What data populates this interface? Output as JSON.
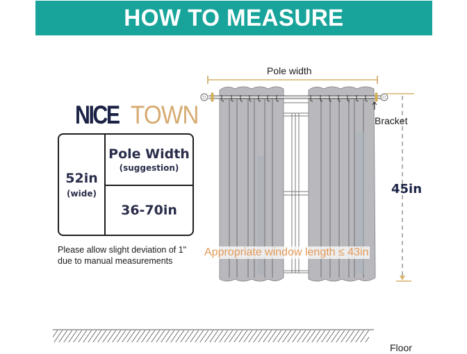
{
  "banner": {
    "title": "HOW TO MEASURE",
    "color": "#18a49a"
  },
  "logo": {
    "part1": "NICE",
    "part2": "TOWN",
    "part1_color": "#1b2245",
    "part2_color": "#d6ab71"
  },
  "spec_table": {
    "width_value": "52in",
    "width_note": "(wide)",
    "pole_width_title": "Pole Width",
    "pole_width_note": "(suggestion)",
    "pole_width_range": "36-70in"
  },
  "note": {
    "line1": "Please allow slight deviation of 1\"",
    "line2": "due to manual measurements"
  },
  "diagram": {
    "pole_width_label": "Pole width",
    "bracket_label": "Bracket",
    "height_label": "45in",
    "window_length_label": "Appropriate window length ≤ 43in",
    "floor_label": "Floor",
    "curtain_color": "#b9b9bd",
    "measure_line_color": "#d9b46a",
    "window_length_color": "#e39a57"
  }
}
